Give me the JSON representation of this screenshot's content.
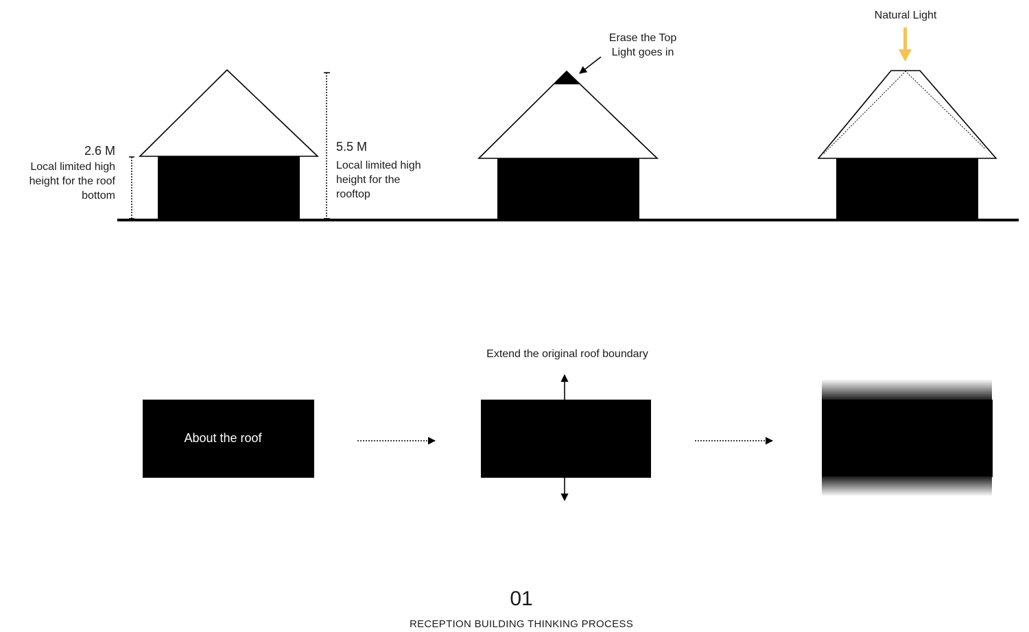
{
  "section1": {
    "low_height": "2.6 M",
    "low_height_note": "Local limited high\nheight for the roof\nbottom",
    "high_height": "5.5 M",
    "high_height_note": "Local limited high\nheight for the\nrooftop",
    "erase_note": "Erase the Top\nLight goes in",
    "natural_light": "Natural Light"
  },
  "section2": {
    "extend_note": "Extend the original roof boundary",
    "roof_box_label": "About the roof"
  },
  "footer": {
    "number": "01",
    "caption": "RECEPTION BUILDING THINKING PROCESS"
  },
  "colors": {
    "ink": "#000000",
    "light_arrow": "#f5c451",
    "label_on_dark": "#ffffff"
  }
}
